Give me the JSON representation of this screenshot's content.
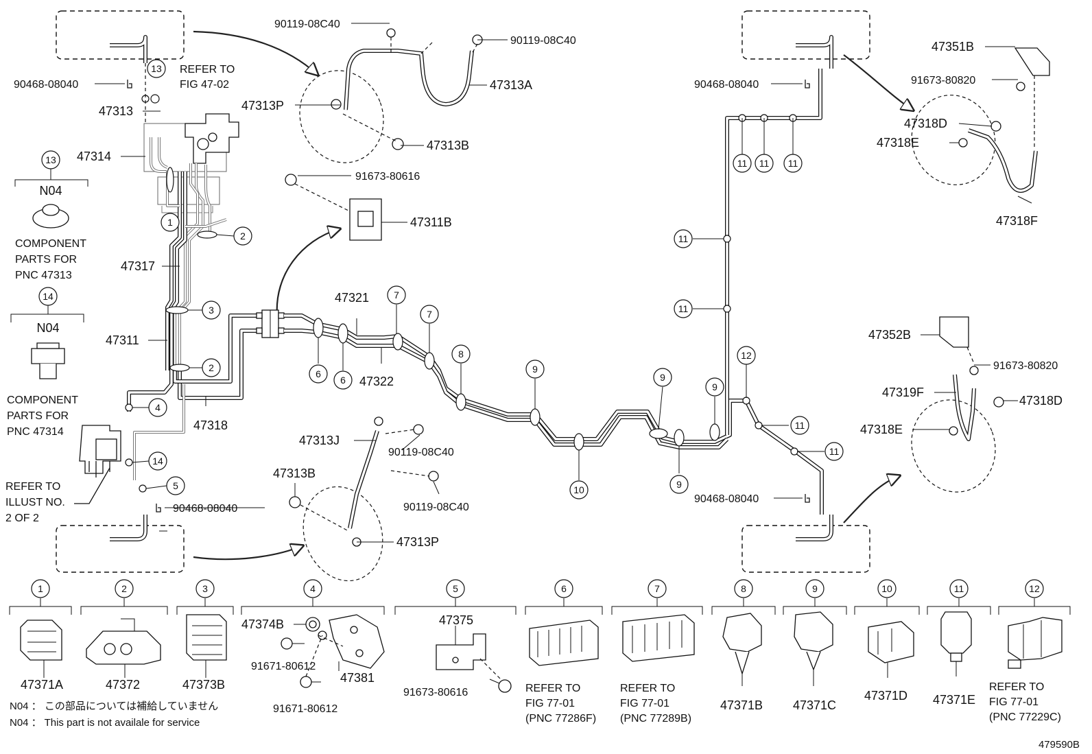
{
  "diagram_code": "479590B",
  "notes": {
    "jp": "N04 ： この部品については補給していません",
    "en": "N04 ： This part is not availale for service"
  },
  "callouts": {
    "n1": "1",
    "n2": "2",
    "n3": "3",
    "n4": "4",
    "n5": "5",
    "n6": "6",
    "n7": "7",
    "n8": "8",
    "n9": "9",
    "n10": "10",
    "n11": "11",
    "n12": "12",
    "n13": "13",
    "n14": "14"
  },
  "labels": {
    "p90119_08c40": "90119-08C40",
    "p90468_08040": "90468-08040",
    "p47313": "47313",
    "p47314": "47314",
    "p47317": "47317",
    "p47311": "47311",
    "p47318": "47318",
    "p47313a": "47313A",
    "p47313p": "47313P",
    "p47313b": "47313B",
    "p47313j": "47313J",
    "p91673_80616": "91673-80616",
    "p47311b": "47311B",
    "p47321": "47321",
    "p47322": "47322",
    "p47351b": "47351B",
    "p91673_80820": "91673-80820",
    "p47318d": "47318D",
    "p47318e": "47318E",
    "p47318f": "47318F",
    "p47352b": "47352B",
    "p47319f": "47319F",
    "refer_fig_1": "REFER TO",
    "refer_fig_2": "FIG 47-02",
    "n04": "N04",
    "comp_parts_1": "COMPONENT",
    "comp_parts_2": "PARTS FOR",
    "pnc_47313": "PNC 47313",
    "pnc_47314": "PNC 47314",
    "refer_illust_1": "REFER TO",
    "refer_illust_2": "ILLUST NO.",
    "refer_illust_3": "2 OF 2"
  },
  "bottom_parts": [
    {
      "num": "1",
      "label": "47371A"
    },
    {
      "num": "2",
      "label": "47372"
    },
    {
      "num": "3",
      "label": "47373B"
    },
    {
      "num": "4",
      "label_a": "47374B",
      "label_b": "91671-80612",
      "label_c": "91671-80612",
      "label_d": "47381"
    },
    {
      "num": "5",
      "label_a": "47375",
      "label_b": "91673-80616"
    },
    {
      "num": "6",
      "ref_1": "REFER TO",
      "ref_2": "FIG 77-01",
      "ref_3": "(PNC 77286F)"
    },
    {
      "num": "7",
      "ref_1": "REFER TO",
      "ref_2": "FIG 77-01",
      "ref_3": "(PNC 77289B)"
    },
    {
      "num": "8",
      "label": "47371B"
    },
    {
      "num": "9",
      "label": "47371C"
    },
    {
      "num": "10",
      "label": "47371D"
    },
    {
      "num": "11",
      "label": "47371E"
    },
    {
      "num": "12",
      "ref_1": "REFER TO",
      "ref_2": "FIG 77-01",
      "ref_3": "(PNC 77229C)"
    }
  ]
}
